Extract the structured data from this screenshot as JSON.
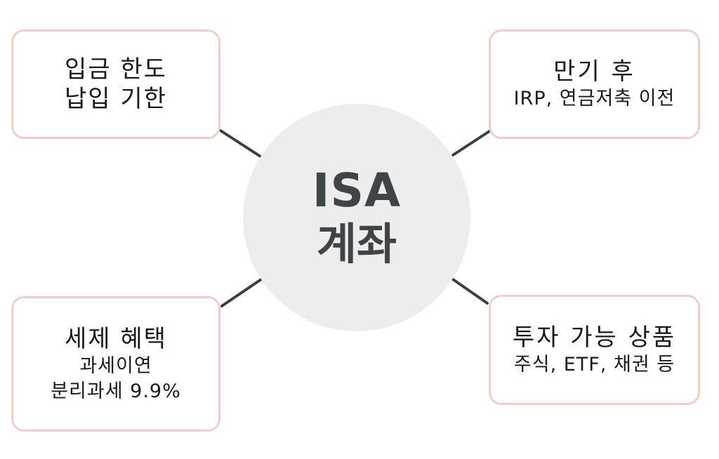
{
  "diagram": {
    "type": "mind-map",
    "center": {
      "line1": "ISA",
      "line2": "계좌"
    },
    "nodes": {
      "top_left": {
        "title": "입금 한도",
        "subtitle": "납입 기한"
      },
      "top_right": {
        "title": "만기 후",
        "subtitle": "IRP, 연금저축 이전"
      },
      "bottom_left": {
        "title": "세제 혜택",
        "subtitle_1": "과세이연",
        "subtitle_2": "분리과세 9.9%"
      },
      "bottom_right": {
        "title": "투자 가능 상품",
        "subtitle": "주식, ETF, 채권 등"
      }
    },
    "colors": {
      "node_border": "#f1cfc6",
      "node_background": "#ffffff",
      "center_fill": "#ededee",
      "center_text": "#3f4446",
      "connector": "#3a3f42",
      "text": "#1a1a1a"
    }
  }
}
